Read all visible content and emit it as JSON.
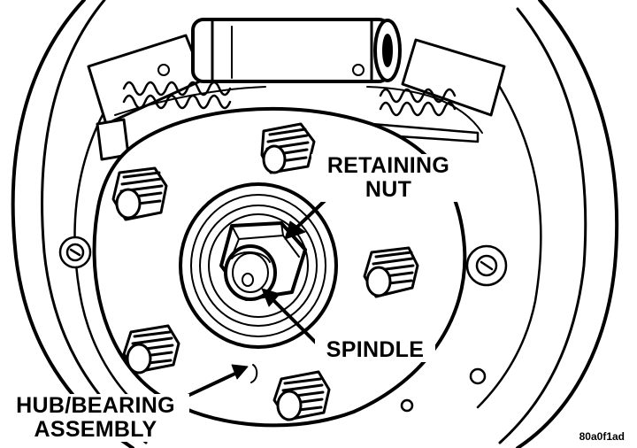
{
  "labels": {
    "retaining_nut_line1": "RETAINING",
    "retaining_nut_line2": "NUT",
    "spindle": "SPINDLE",
    "hub_bearing_line1": "HUB/BEARING",
    "hub_bearing_line2": "ASSEMBLY"
  },
  "figure_code": "80a0f1ad",
  "colors": {
    "ink": "#000000",
    "paper": "#ffffff"
  }
}
